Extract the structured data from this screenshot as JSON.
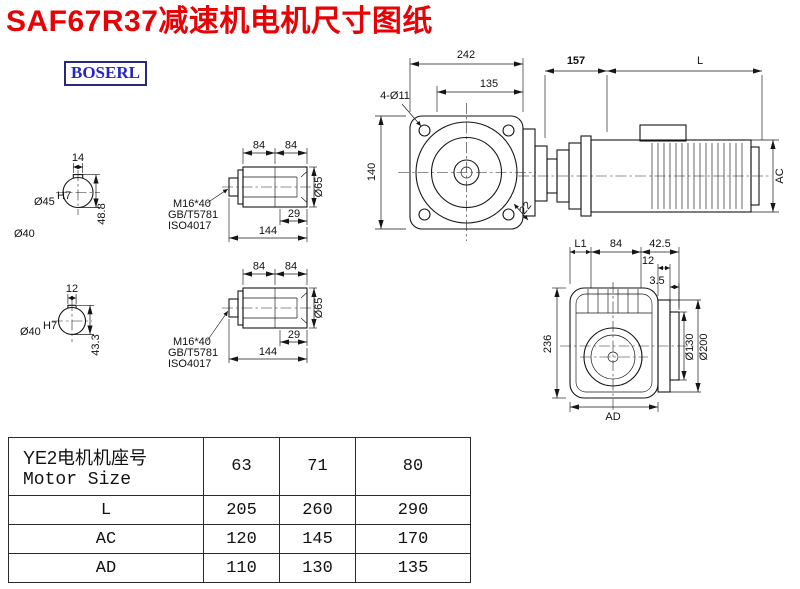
{
  "title": "SAF67R37减速机电机尺寸图纸",
  "logo": "BOSERL",
  "colors": {
    "title_red": "#e60205",
    "logo_blue": "#2726c3",
    "logo_border": "#28287e",
    "line_dark": "#161616"
  },
  "front_view": {
    "dim_total_width": "242",
    "dim_inner_width": "135",
    "holes_label": "4-Ø11",
    "dim_height": "140",
    "dim_corner": "22"
  },
  "motor_view": {
    "dim_flange_to_motor": "157",
    "dim_motor_length": "L",
    "dim_motor_height": "AC"
  },
  "bore_view_top": {
    "dim_key_width": "14",
    "bore_dia": "Ø45",
    "bore_tol": "H7",
    "dim_bore_key": "48.8",
    "shaft_dia": "Ø40"
  },
  "bore_view_bottom": {
    "dim_key_width": "12",
    "bore_dia": "Ø40",
    "bore_tol": "H7",
    "dim_bore_key": "43.3"
  },
  "hollow_shaft": {
    "dim_left": "84",
    "dim_right": "84",
    "dim_bore_depth": "29",
    "dim_total": "144",
    "outer_dia": "Ø65",
    "bolt_spec": "M16*40",
    "bolt_std_gb": "GB/T5781",
    "bolt_std_iso": "ISO4017"
  },
  "side_view": {
    "dim_L1": "L1",
    "dim_84": "84",
    "dim_42_5": "42.5",
    "dim_12": "12",
    "dim_3_5": "3.5",
    "dim_height": "236",
    "spigot_dia": "Ø130",
    "flange_dia": "Ø200",
    "dim_AD": "AD"
  },
  "table": {
    "header_cn": "YE2电机机座号",
    "header_en": "Motor Size",
    "frame_sizes": [
      "63",
      "71",
      "80"
    ],
    "rows": [
      {
        "label": "L",
        "values": [
          "205",
          "260",
          "290"
        ]
      },
      {
        "label": "AC",
        "values": [
          "120",
          "145",
          "170"
        ]
      },
      {
        "label": "AD",
        "values": [
          "110",
          "130",
          "135"
        ]
      }
    ]
  }
}
